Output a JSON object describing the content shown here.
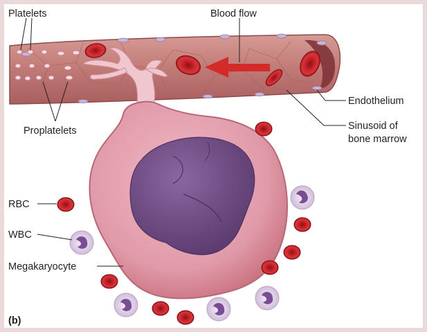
{
  "figure": {
    "panel_label": "(b)",
    "labels": {
      "platelets": "Platelets",
      "blood_flow": "Blood flow",
      "proplatelets": "Proplatelets",
      "endothelium": "Endothelium",
      "sinusoid_line1": "Sinusoid of",
      "sinusoid_line2": "bone marrow",
      "rbc": "RBC",
      "wbc": "WBC",
      "megakaryocyte": "Megakaryocyte"
    }
  },
  "colors": {
    "background_frame": "#e9d9da",
    "vessel": "#c8837f",
    "vessel_dark": "#9c4b4d",
    "megakaryocyte_cytoplasm": "#dc909f",
    "nucleus": "#6f4a80",
    "rbc": "#c8252c",
    "flow_arrow": "#d32a2a",
    "wbc": "#d8c8e0"
  }
}
